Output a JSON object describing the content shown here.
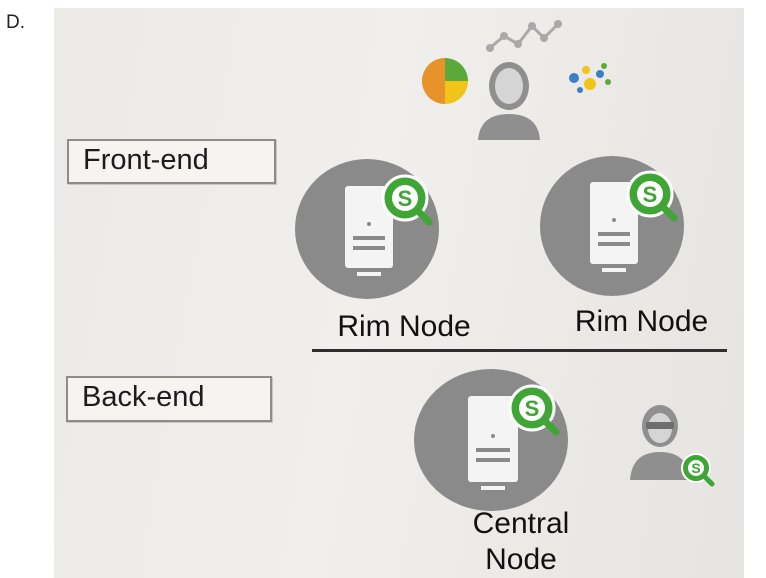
{
  "option_letter": "D.",
  "tiers": {
    "front_end_label": "Front-end",
    "back_end_label": "Back-end"
  },
  "nodes": {
    "rim_node_1": "Rim Node",
    "rim_node_2": "Rim Node",
    "central_node_line1": "Central",
    "central_node_line2": "Node"
  },
  "badge_letter": "S",
  "colors": {
    "circle_gray": "#8a8a8a",
    "server_white": "#f4f4f4",
    "badge_green": "#3fa535",
    "pie_orange": "#e8922a",
    "pie_yellow": "#f0c419",
    "pie_green": "#5aaa3a",
    "user_gray": "#8f8f8f"
  },
  "icons": [
    "pie-chart-icon",
    "line-chart-icon",
    "user-icon",
    "scatter-icon",
    "server-icon",
    "qlik-badge-icon",
    "admin-icon"
  ]
}
